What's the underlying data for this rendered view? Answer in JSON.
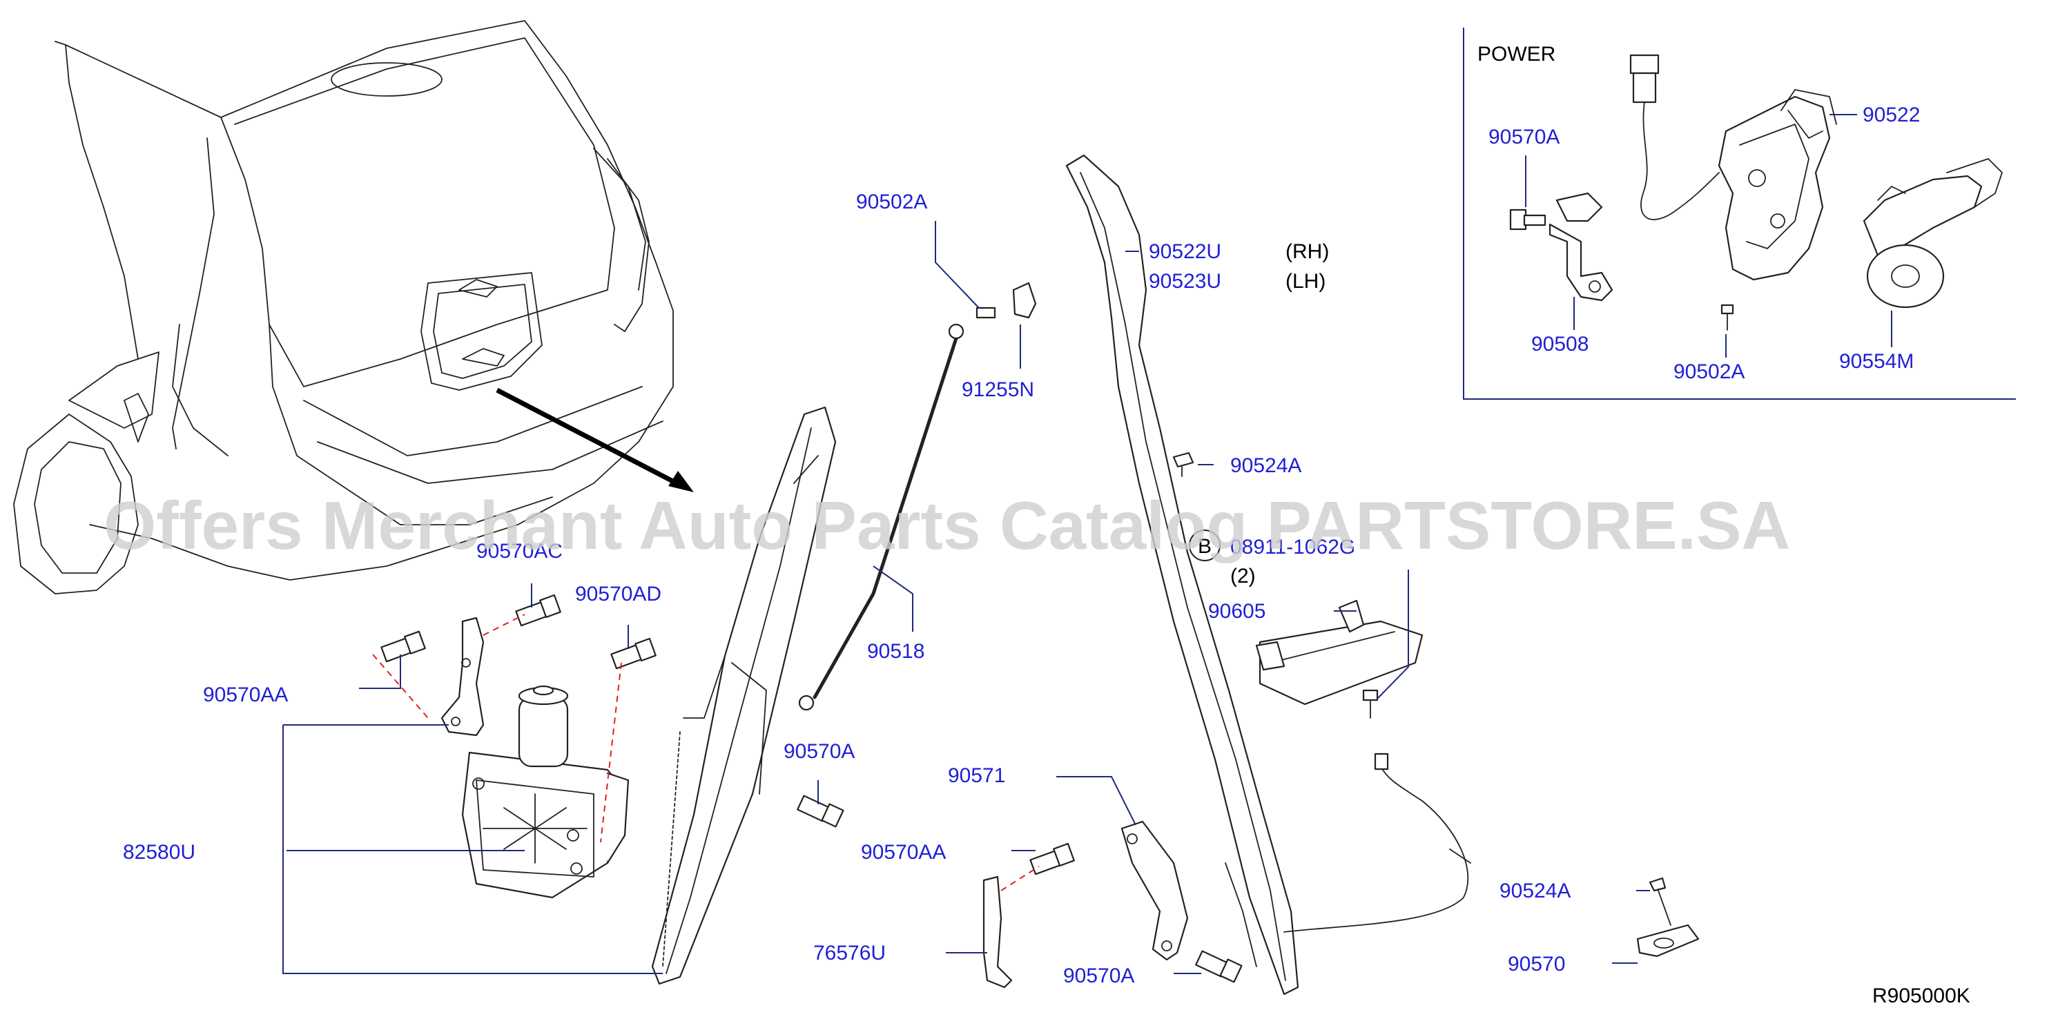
{
  "watermark": "Offers Merchant Auto Parts Catalog PARTSTORE.SA",
  "inset": {
    "title": "POWER"
  },
  "diagram_code": "R905000K",
  "callouts": {
    "c90502A_top": "90502A",
    "c91255N": "91255N",
    "c90522U": "90522U",
    "c90522U_side": "(RH)",
    "c90523U": "90523U",
    "c90523U_side": "(LH)",
    "c90524A_mid": "90524A",
    "c90518": "90518",
    "bolt_b": "B",
    "c08911": "08911-1062G",
    "qty_2": "(2)",
    "c90605": "90605",
    "c90570AC": "90570AC",
    "c90570AD": "90570AD",
    "c90570AA_left": "90570AA",
    "c82580U": "82580U",
    "c90570A_mid": "90570A",
    "c90571": "90571",
    "c90570AA_mid": "90570AA",
    "c76576U": "76576U",
    "c90570A_bottom": "90570A",
    "c90524A_right": "90524A",
    "c90570": "90570",
    "inset_90570A": "90570A",
    "inset_90522": "90522",
    "inset_90508": "90508",
    "inset_90502A": "90502A",
    "inset_90554M": "90554M"
  }
}
